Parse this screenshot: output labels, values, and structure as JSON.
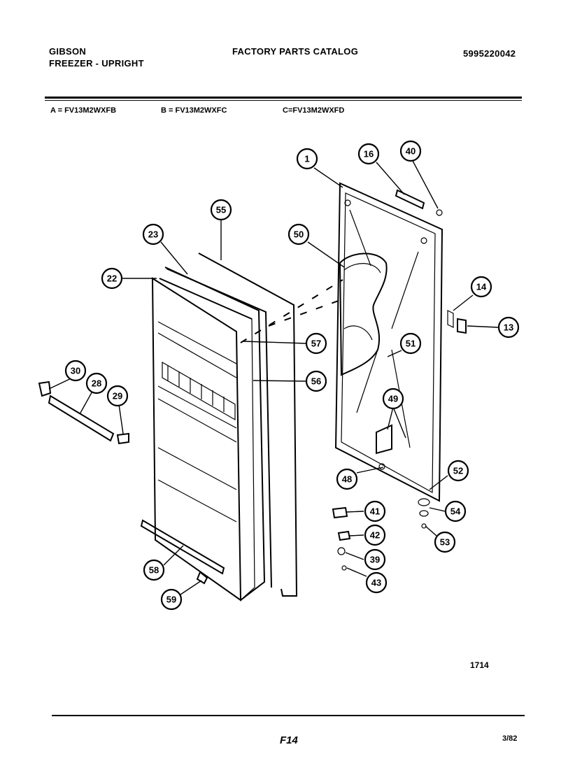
{
  "header": {
    "brand": "GIBSON",
    "product": "FREEZER - UPRIGHT",
    "catalog_title": "FACTORY PARTS CATALOG",
    "catalog_number": "5995220042"
  },
  "models": [
    {
      "label": "A = FV13M2WXFB"
    },
    {
      "label": "B = FV13M2WXFC"
    },
    {
      "label": "C=FV13M2WXFD"
    }
  ],
  "diagram": {
    "callouts": [
      "1",
      "16",
      "40",
      "55",
      "23",
      "50",
      "22",
      "14",
      "13",
      "57",
      "51",
      "30",
      "28",
      "56",
      "29",
      "49",
      "52",
      "48",
      "41",
      "54",
      "42",
      "53",
      "39",
      "43",
      "58",
      "59"
    ]
  },
  "footer": {
    "drawing_number": "1714",
    "page_code": "F14",
    "date": "3/82"
  }
}
